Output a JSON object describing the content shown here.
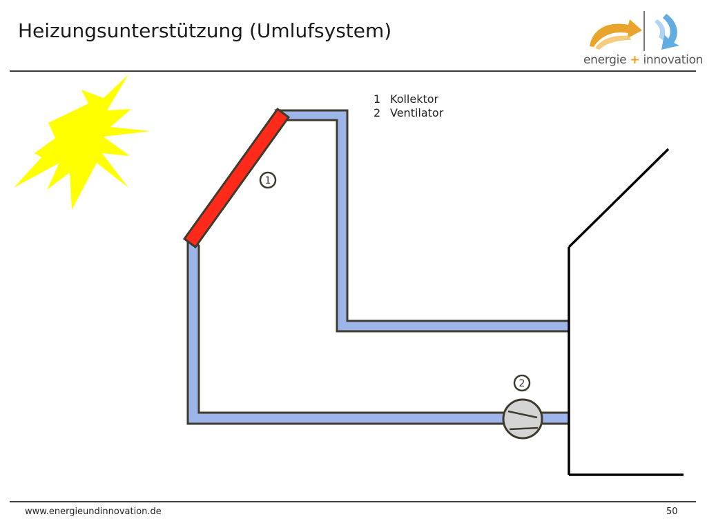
{
  "title": "Heizungsunterstützung (Umlufsystem)",
  "logo": {
    "word_left": "energie",
    "plus": "+",
    "word_right": "innovation",
    "colors": {
      "orange": "#e8a020",
      "blue": "#5aa8e0",
      "text": "#555555"
    }
  },
  "legend": [
    {
      "number": "1",
      "label": "Kollektor"
    },
    {
      "number": "2",
      "label": "Ventilator"
    }
  ],
  "markers": {
    "collector": "1",
    "fan": "2"
  },
  "colors": {
    "sun": "#ffff00",
    "collector": "#ff2a1a",
    "pipe": "#9db5e8",
    "pipe_outline": "#3f3a2e",
    "fan_fill": "#d4d4d4",
    "house": "#000000"
  },
  "footer": {
    "url": "www.energieundinnovation.de",
    "page": "50"
  }
}
